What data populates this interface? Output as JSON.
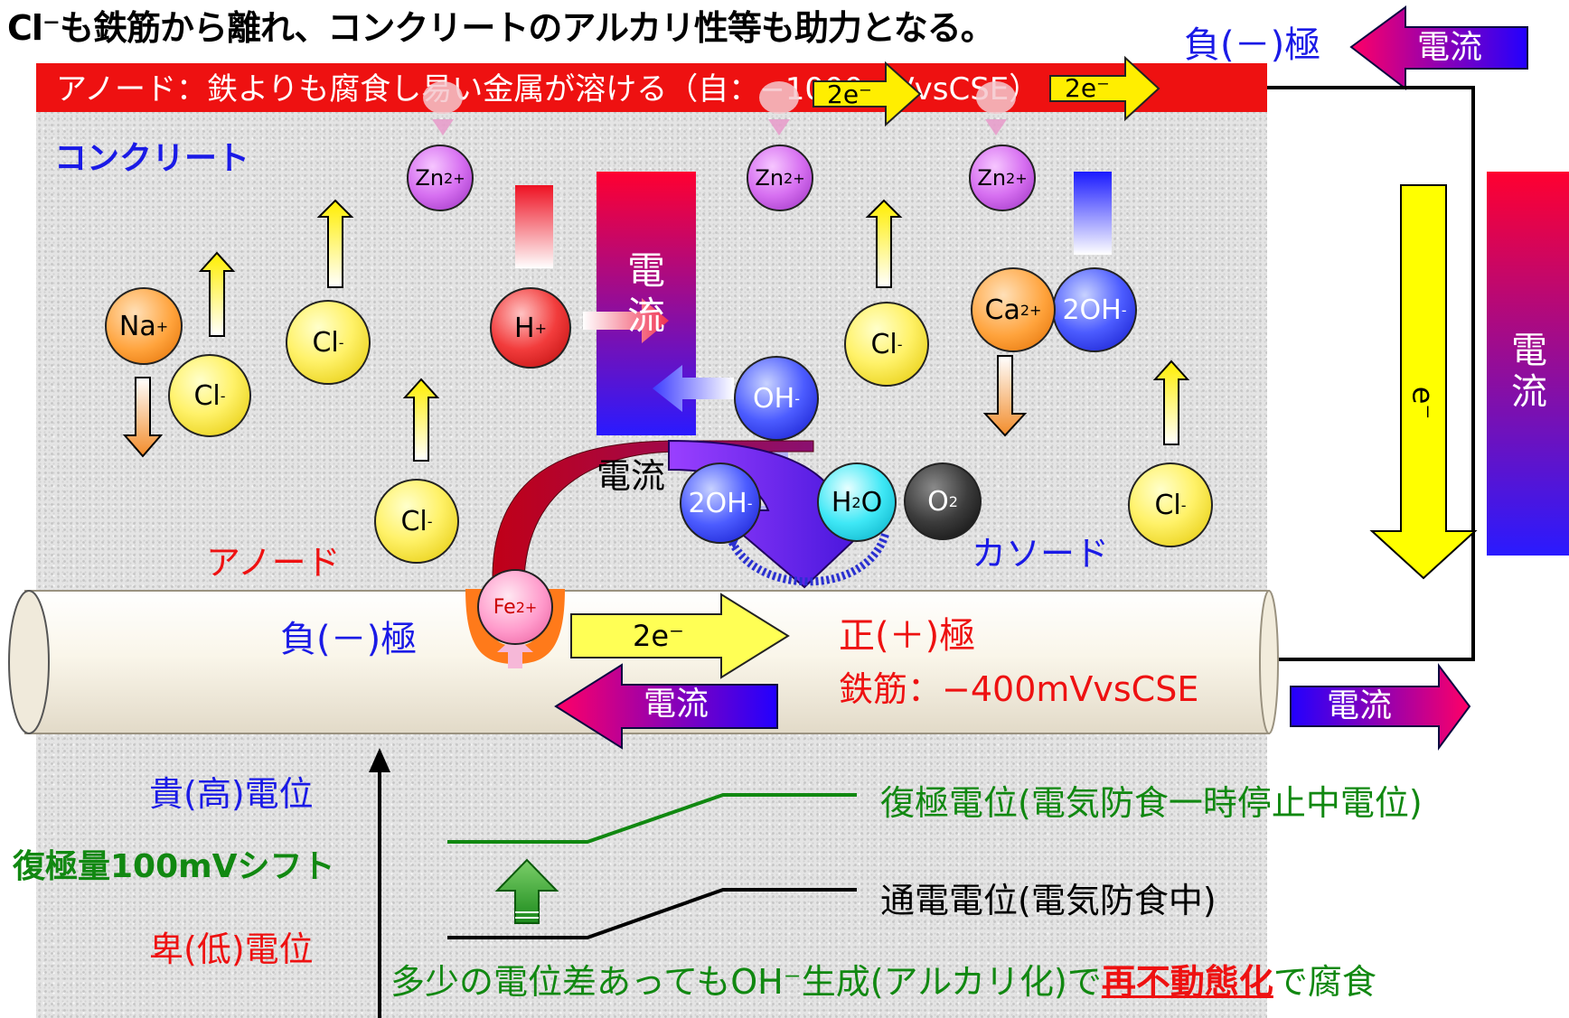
{
  "top_note": "Cl⁻も鉄筋から離れ、コンクリートのアルカリ性等も助力となる。",
  "anode_bar": {
    "text": "アノード：鉄よりも腐食し易い金属が溶ける（自：−1000mVvsCSE）"
  },
  "negative_top": "負(－)極",
  "current": "電流",
  "concrete_label": "コンクリート",
  "electron_2e": "2e⁻",
  "electron": "e⁻",
  "anode_label": "アノード",
  "cathode_label": "カソード",
  "rebar": {
    "negative": "負(－)極",
    "positive": "正(＋)極",
    "potential": "鉄筋：−400mVvsCSE"
  },
  "ions": {
    "zn": "Zn",
    "zn_charge": "2+",
    "na": "Na",
    "plus": "+",
    "cl": "Cl",
    "minus": "-",
    "h": "H",
    "oh": "OH",
    "oh2": "2OH",
    "ca": "Ca",
    "ca_charge": "2+",
    "h2o_h": "H",
    "h2o_sub": "2",
    "h2o_o": "O",
    "o2": "O",
    "o2_sub": "2",
    "fe": "Fe",
    "fe_charge": "2+"
  },
  "potential_axis": {
    "noble": "貴(高)電位",
    "shift": "復極量100mVシフト",
    "base": "卑(低)電位"
  },
  "lines": {
    "depolarized": "復極電位(電気防食一時停止中電位)",
    "on": "通電電位(電気防食中)"
  },
  "bottom_note_prefix": "多少の電位差あってもOH⁻生成(アルカリ化)で",
  "bottom_note_emph": "再不動態化",
  "bottom_note_suffix": "で腐食",
  "colors": {
    "red": "#ee1111",
    "blue": "#1a1ae6",
    "green": "#118811",
    "yellow": "#ffff00"
  }
}
